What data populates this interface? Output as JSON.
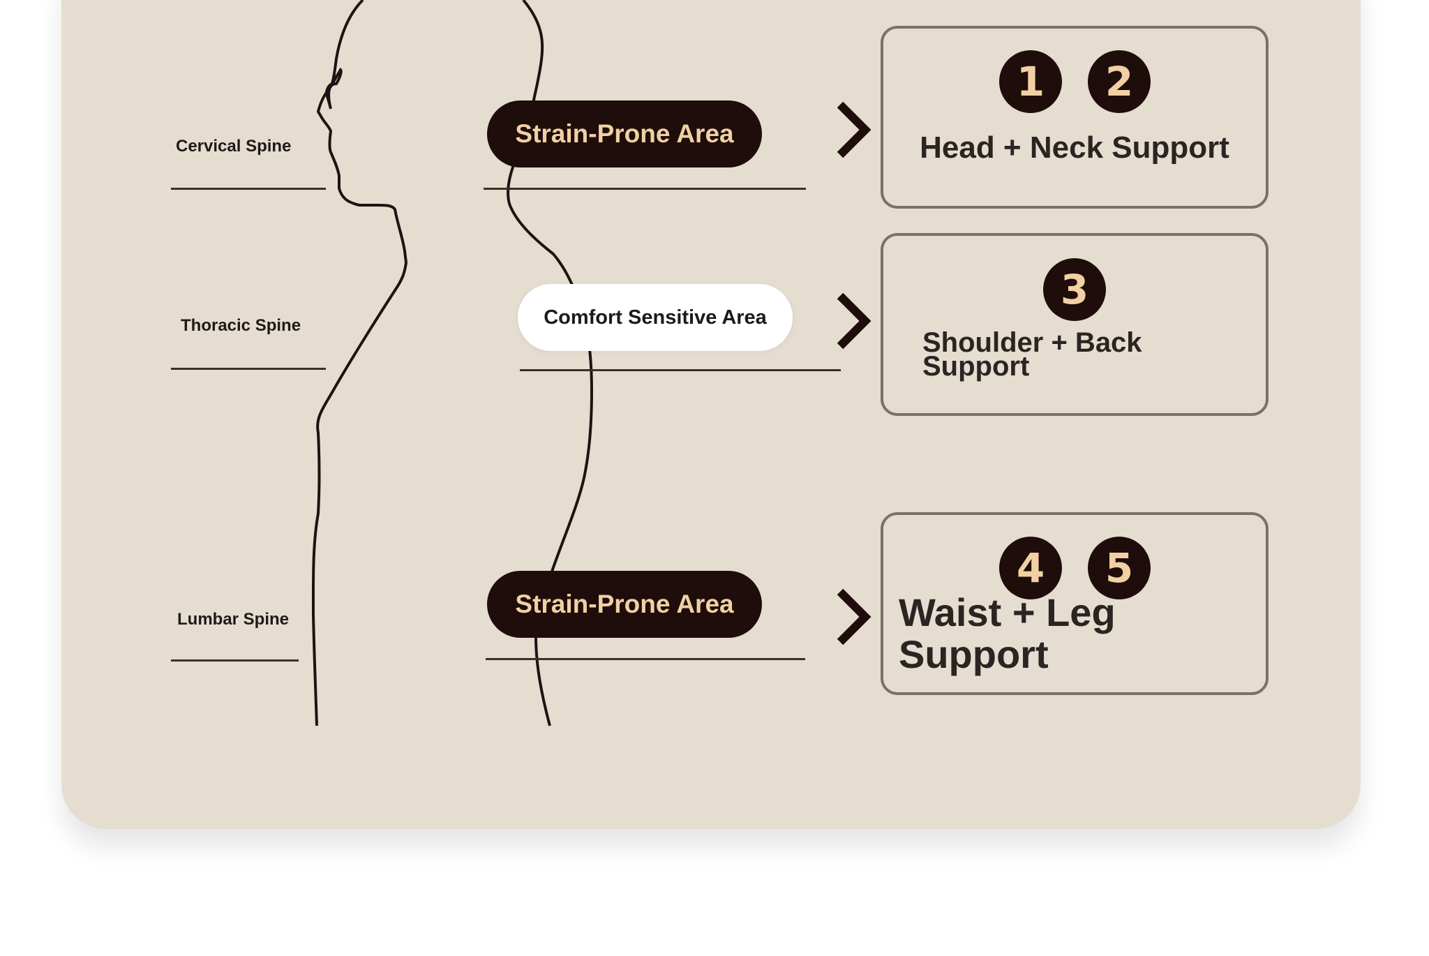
{
  "spine_labels": {
    "cervical": "Cervical Spine",
    "thoracic": "Thoracic Spine",
    "lumbar": "Lumbar Spine"
  },
  "areas": {
    "top": "Strain-Prone Area",
    "middle": "Comfort Sensitive Area",
    "bottom": "Strain-Prone Area"
  },
  "support_boxes": [
    {
      "numbers": [
        "1",
        "2"
      ],
      "title": "Head + Neck Support"
    },
    {
      "numbers": [
        "3"
      ],
      "title_line1": "Shoulder + Back",
      "title_line2": "Support"
    },
    {
      "numbers": [
        "4",
        "5"
      ],
      "title_line1": "Waist + Leg",
      "title_line2": "Support"
    }
  ],
  "colors": {
    "background": "#e6ddd1",
    "pill_dark": "#1e0d0a",
    "pill_text": "#f2d0a4",
    "outline": "#7d7069"
  },
  "icons": [
    "human-silhouette-icon",
    "chevron-right-icon"
  ]
}
